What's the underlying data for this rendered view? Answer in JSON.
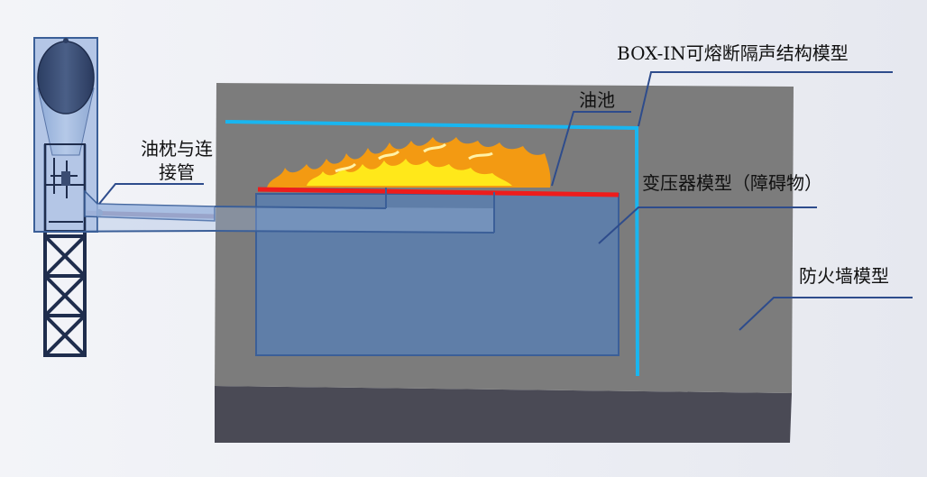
{
  "labels": {
    "boxin_prefix": "BOX-IN",
    "boxin_suffix": "可熔断隔声结构模型",
    "oil_pit": "油池",
    "transformer": "变压器模型（障碍物）",
    "firewall": "防火墙模型",
    "conservator_line1": "油枕与连",
    "conservator_line2": "接管"
  },
  "colors": {
    "background": "#eceef4",
    "wall_face": "#7c7c7c",
    "wall_base": "#4a4a55",
    "boxin_line": "#19b6f0",
    "oil_pit_line": "#ee1c1c",
    "transformer_fill": "#5b7fb0",
    "transformer_edge": "#3b5f98",
    "flame_outer": "#f39a12",
    "flame_inner": "#ffe81a",
    "frame": "#1f2d4d",
    "leader": "#2e4c8c"
  }
}
